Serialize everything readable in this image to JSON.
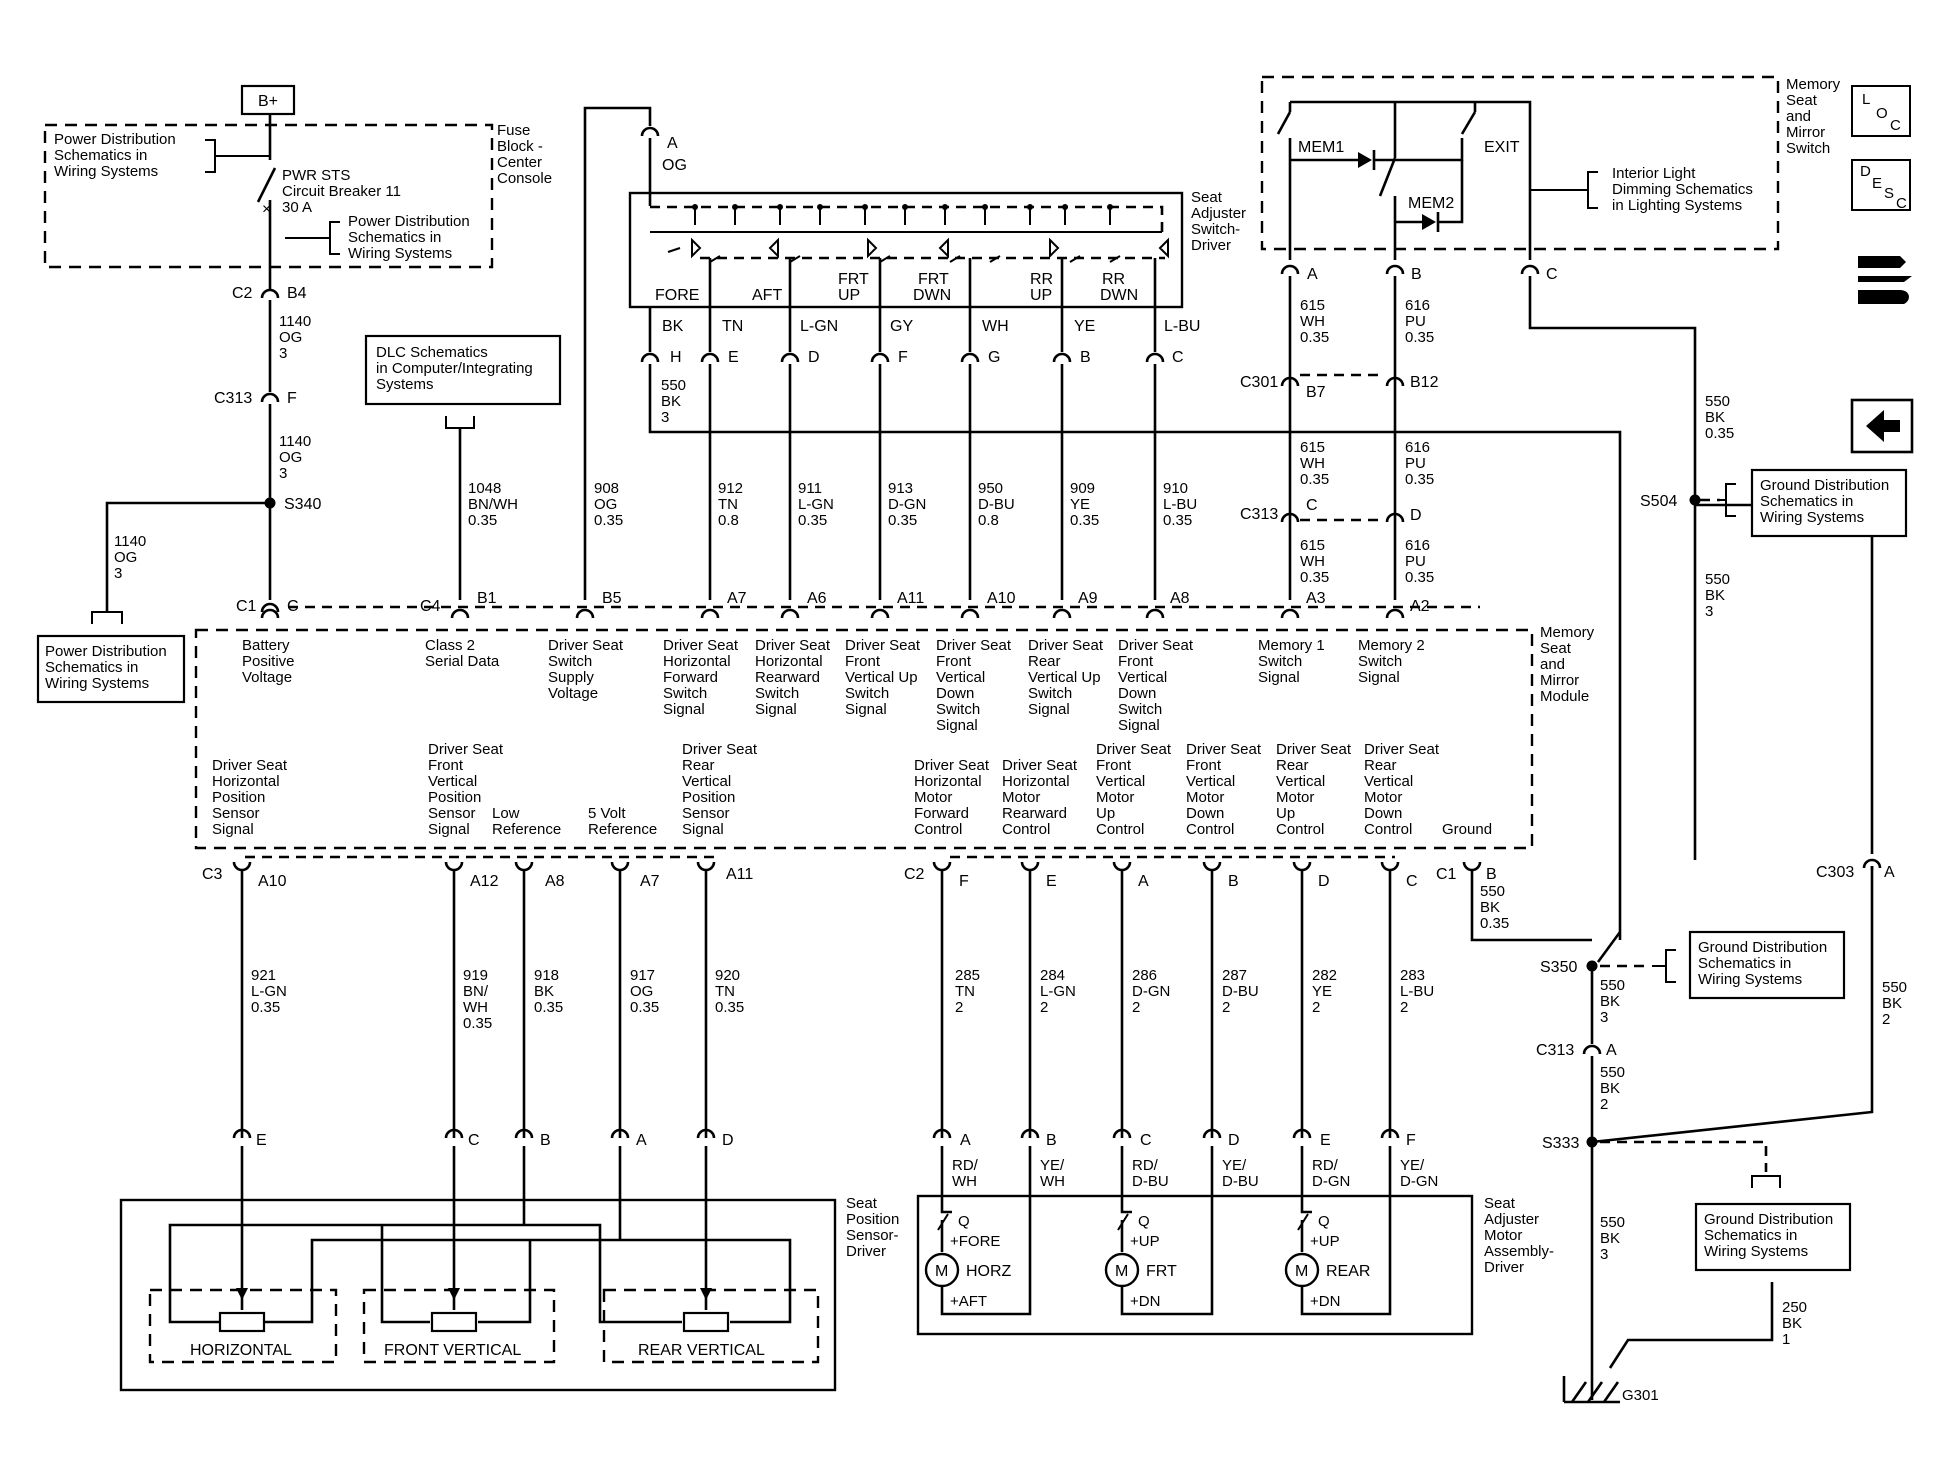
{
  "top": {
    "power_source": "B+",
    "fuse_block": [
      "Fuse",
      "Block -",
      "Center",
      "Console"
    ],
    "pwr_dist_1": [
      "Power Distribution",
      "Schematics in",
      "Wiring  Systems"
    ],
    "pwr_dist_2": [
      "Power Distribution",
      "Schematics in",
      "Wiring  Systems"
    ],
    "breaker": [
      "PWR STS",
      "Circuit Breaker 11",
      "30 A"
    ],
    "pwr_dist_3": [
      "Power Distribution",
      "Schematics in",
      "Wiring  Systems"
    ],
    "dlc": [
      "DLC Schematics",
      "in Computer/Integrating",
      "Systems"
    ]
  },
  "seat_switch": {
    "label": [
      "Seat",
      "Adjuster",
      "Switch-",
      "Driver"
    ],
    "positions": [
      "FORE",
      "AFT",
      "FRT UP",
      "FRT DWN",
      "RR UP",
      "RR DWN"
    ],
    "colors": [
      "BK",
      "TN",
      "L-GN",
      "GY",
      "WH",
      "YE",
      "L-BU"
    ],
    "pins": [
      "H",
      "E",
      "D",
      "F",
      "G",
      "B",
      "C"
    ],
    "pin_a": "A",
    "pin_a_color": "OG",
    "ground_wire": [
      "550",
      "BK",
      "3"
    ]
  },
  "memory_switch": {
    "label": [
      "Memory",
      "Seat",
      "and",
      "Mirror",
      "Switch"
    ],
    "mem1": "MEM1",
    "mem2": "MEM2",
    "exit": "EXIT",
    "interior": [
      "Interior Light",
      "Dimming Schematics",
      "in Lighting Systems"
    ],
    "pins": [
      "A",
      "B",
      "C"
    ],
    "wire_615": [
      "615",
      "WH",
      "0.35"
    ],
    "wire_616": [
      "616",
      "PU",
      "0.35"
    ],
    "c301": "C301",
    "c301_pins": [
      "B7",
      "B12"
    ],
    "c313": "C313",
    "c313_pins": [
      "C",
      "D"
    ]
  },
  "power_wires": {
    "c2": "C2",
    "b4": "B4",
    "w1140": [
      "1140",
      "OG",
      "3"
    ],
    "c313": "C313",
    "f": "F",
    "s340": "S340",
    "c1": "C1",
    "c": "C"
  },
  "module_top": {
    "connector": "C4",
    "circuits": [
      {
        "pin": "B1",
        "wire": [
          "1048",
          "BN/WH",
          "0.35"
        ]
      },
      {
        "pin": "B5",
        "wire": [
          "908",
          "OG",
          "0.35"
        ]
      },
      {
        "pin": "A7",
        "wire": [
          "912",
          "TN",
          "0.8"
        ]
      },
      {
        "pin": "A6",
        "wire": [
          "911",
          "L-GN",
          "0.35"
        ]
      },
      {
        "pin": "A11",
        "wire": [
          "913",
          "D-GN",
          "0.35"
        ]
      },
      {
        "pin": "A10",
        "wire": [
          "950",
          "D-BU",
          "0.8"
        ]
      },
      {
        "pin": "A9",
        "wire": [
          "909",
          "YE",
          "0.35"
        ]
      },
      {
        "pin": "A8",
        "wire": [
          "910",
          "L-BU",
          "0.35"
        ]
      },
      {
        "pin": "A3",
        "wire": [
          "615",
          "WH",
          "0.35"
        ]
      },
      {
        "pin": "A2",
        "wire": [
          "616",
          "PU",
          "0.35"
        ]
      }
    ],
    "labels": [
      [
        "Battery",
        "Positive",
        "Voltage"
      ],
      [
        "Class 2",
        "Serial Data"
      ],
      [
        "Driver Seat",
        "Switch",
        "Supply",
        "Voltage"
      ],
      [
        "Driver Seat",
        "Horizontal",
        "Forward",
        "Switch",
        "Signal"
      ],
      [
        "Driver Seat",
        "Horizontal",
        "Rearward",
        "Switch",
        "Signal"
      ],
      [
        "Driver Seat",
        "Front",
        "Vertical Up",
        "Switch",
        "Signal"
      ],
      [
        "Driver Seat",
        "Front",
        "Vertical",
        "Down",
        "Switch",
        "Signal"
      ],
      [
        "Driver Seat",
        "Rear",
        "Vertical Up",
        "Switch",
        "Signal"
      ],
      [
        "Driver Seat",
        "Front",
        "Vertical",
        "Down",
        "Switch",
        "Signal"
      ],
      [
        "Memory 1",
        "Switch",
        "Signal"
      ],
      [
        "Memory 2",
        "Switch",
        "Signal"
      ]
    ],
    "module_name": [
      "Memory",
      "Seat",
      "and",
      "Mirror",
      "Module"
    ]
  },
  "module_bottom": {
    "labels_left": [
      [
        "Driver Seat",
        "Horizontal",
        "Position",
        "Sensor",
        "Signal"
      ],
      [
        "Driver Seat",
        "Front",
        "Vertical",
        "Position",
        "Sensor",
        "Signal"
      ],
      [
        "Low",
        "Reference"
      ],
      [
        "5 Volt",
        "Reference"
      ],
      [
        "Driver Seat",
        "Rear",
        "Vertical",
        "Position",
        "Sensor",
        "Signal"
      ]
    ],
    "labels_right": [
      [
        "Driver Seat",
        "Horizontal",
        "Motor",
        "Forward",
        "Control"
      ],
      [
        "Driver Seat",
        "Horizontal",
        "Motor",
        "Rearward",
        "Control"
      ],
      [
        "Driver Seat",
        "Front",
        "Vertical",
        "Motor",
        "Up",
        "Control"
      ],
      [
        "Driver Seat",
        "Front",
        "Vertical",
        "Motor",
        "Down",
        "Control"
      ],
      [
        "Driver Seat",
        "Rear",
        "Vertical",
        "Motor",
        "Up",
        "Control"
      ],
      [
        "Driver Seat",
        "Rear",
        "Vertical",
        "Motor",
        "Down",
        "Control"
      ],
      [
        "Ground"
      ]
    ],
    "c3": "C3",
    "sensor_pins": [
      "A10",
      "A12",
      "A8",
      "A7",
      "A11"
    ],
    "sensor_wires": [
      [
        "921",
        "L-GN",
        "0.35"
      ],
      [
        "919",
        "BN/",
        "WH",
        "0.35"
      ],
      [
        "918",
        "BK",
        "0.35"
      ],
      [
        "917",
        "OG",
        "0.35"
      ],
      [
        "920",
        "TN",
        "0.35"
      ]
    ],
    "c2": "C2",
    "motor_pins": [
      "F",
      "E",
      "A",
      "B",
      "D",
      "C"
    ],
    "motor_wires": [
      [
        "285",
        "TN",
        "2"
      ],
      [
        "284",
        "L-GN",
        "2"
      ],
      [
        "286",
        "D-GN",
        "2"
      ],
      [
        "287",
        "D-BU",
        "2"
      ],
      [
        "282",
        "YE",
        "2"
      ],
      [
        "283",
        "L-BU",
        "2"
      ]
    ],
    "c1": "C1",
    "ground_pin": "B",
    "ground_wire": [
      "550",
      "BK",
      "0.35"
    ]
  },
  "sensor_box": {
    "label": [
      "Seat",
      "Position",
      "Sensor-",
      "Driver"
    ],
    "pins": [
      "E",
      "C",
      "B",
      "A",
      "D"
    ],
    "sensors": [
      "HORIZONTAL",
      "FRONT VERTICAL",
      "REAR VERTICAL"
    ]
  },
  "motor_box": {
    "label": [
      "Seat",
      "Adjuster",
      "Motor",
      "Assembly-",
      "Driver"
    ],
    "pins": [
      "A",
      "B",
      "C",
      "D",
      "E",
      "F"
    ],
    "colors": [
      [
        "RD/",
        "WH"
      ],
      [
        "YE/",
        "WH"
      ],
      [
        "RD/",
        "D-BU"
      ],
      [
        "YE/",
        "D-BU"
      ],
      [
        "RD/",
        "D-GN"
      ],
      [
        "YE/",
        "D-GN"
      ]
    ],
    "motors": [
      "HORZ",
      "FRT",
      "REAR"
    ],
    "motor_letter": "M",
    "q": "Q",
    "top_labels": [
      "+FORE",
      "+UP",
      "+UP"
    ],
    "bottom_labels": [
      "+AFT",
      "+DN",
      "+DN"
    ]
  },
  "ground": {
    "w550_035": [
      "550",
      "BK",
      "0.35"
    ],
    "s504": "S504",
    "w550_3": [
      "550",
      "BK",
      "3"
    ],
    "gd1": [
      "Ground Distribution",
      "Schematics in",
      "Wiring Systems"
    ],
    "s350": "S350",
    "gd2": [
      "Ground Distribution",
      "Schematics in",
      "Wiring Systems"
    ],
    "c303": "C303",
    "c303_pin": "A",
    "w550_2": [
      "550",
      "BK",
      "2"
    ],
    "c313": "C313",
    "c313_pin": "A",
    "s333": "S333",
    "gd3": [
      "Ground Distribution",
      "Schematics in",
      "Wiring Systems"
    ],
    "w250": [
      "250",
      "BK",
      "1"
    ],
    "g301": "G301"
  },
  "icons": {
    "loc": [
      "L",
      "O",
      "C"
    ],
    "desc": [
      "D",
      "E",
      "S",
      "C"
    ]
  }
}
